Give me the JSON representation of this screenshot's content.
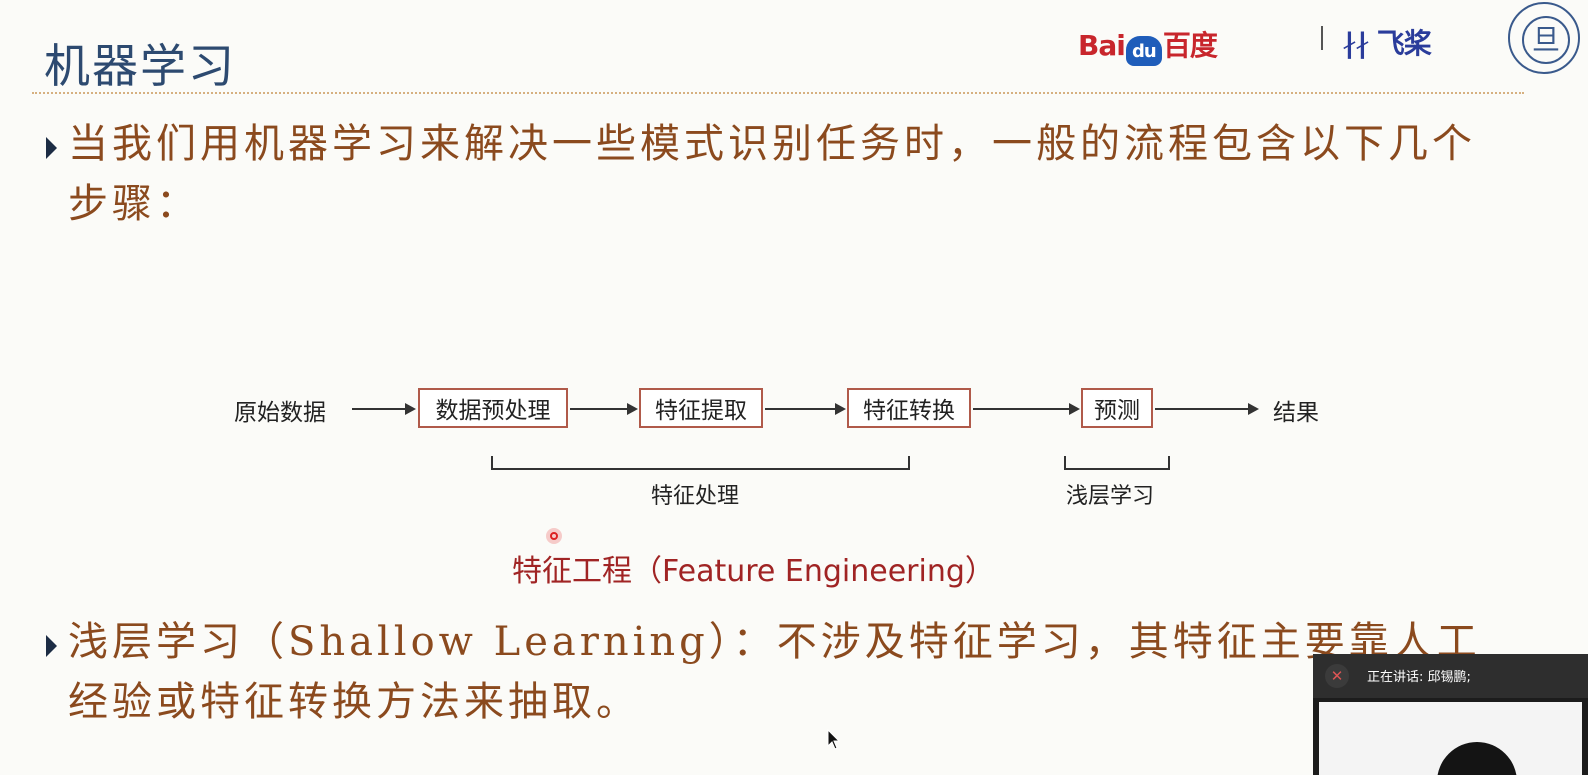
{
  "slide": {
    "title": "机器学习",
    "bullets": [
      "当我们用机器学习来解决一些模式识别任务时，一般的流程包含以下几个步骤：",
      "浅层学习（Shallow Learning）：不涉及特征学习，其特征主要靠人工经验或特征转换方法来抽取。"
    ]
  },
  "logos": {
    "baidu_text_left": "Bai",
    "baidu_text_paw": "du",
    "baidu_text_right": "百度",
    "paddle_text": "飞桨",
    "fudan_glyph": "旦"
  },
  "diagram": {
    "nodes": {
      "raw_data": "原始数据",
      "preprocess": "数据预处理",
      "feature_extract": "特征提取",
      "feature_transform": "特征转换",
      "predict": "预测",
      "result": "结果"
    },
    "brackets": {
      "feature_processing": "特征处理",
      "shallow_learning": "浅层学习"
    }
  },
  "annotation": {
    "cn": "特征工程（",
    "en": "Feature Engineering",
    "close": "）"
  },
  "video_call": {
    "speaker_label": "正在讲话: 邱锡鹏;"
  }
}
